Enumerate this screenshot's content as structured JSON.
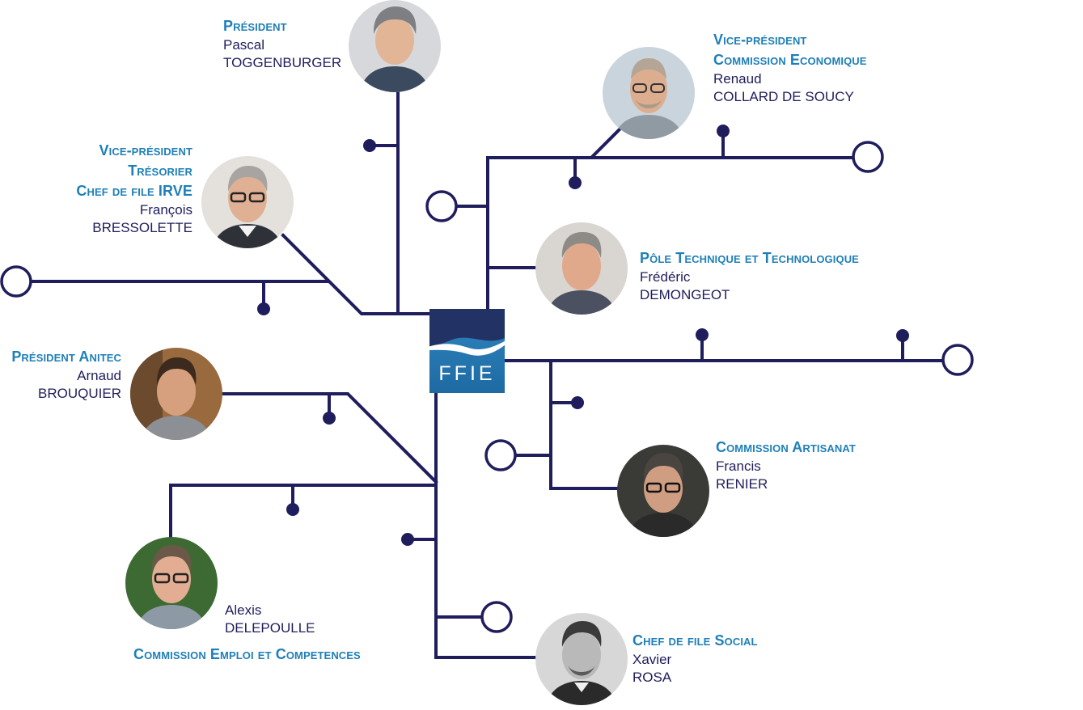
{
  "logo": {
    "text": "FFIE",
    "colors": {
      "top": "#233265",
      "bottom": "#2276ad",
      "wave": "#ffffff"
    }
  },
  "colors": {
    "line": "#1f1d5c",
    "role": "#1e7fb8",
    "name": "#1f1d5c"
  },
  "people": {
    "toggenburger": {
      "roles": [
        "Président"
      ],
      "first": "Pascal",
      "last": "TOGGENBURGER"
    },
    "collard": {
      "roles": [
        "Vice-président",
        "Commission Economique"
      ],
      "first": "Renaud",
      "last": "COLLARD DE SOUCY"
    },
    "bressolette": {
      "roles": [
        "Vice-président",
        "Trésorier",
        "Chef de file IRVE"
      ],
      "first": "François",
      "last": "BRESSOLETTE"
    },
    "demongeot": {
      "roles": [
        "Pôle Technique et Technologique"
      ],
      "first": "Frédéric",
      "last": "DEMONGEOT"
    },
    "brouquier": {
      "roles": [
        "Président Anitec"
      ],
      "first": "Arnaud",
      "last": "BROUQUIER"
    },
    "renier": {
      "roles": [
        "Commission Artisanat"
      ],
      "first": "Francis",
      "last": "RENIER"
    },
    "delepoulle": {
      "roles": [
        "Commission Emploi et Competences"
      ],
      "first": "Alexis",
      "last": "DELEPOULLE"
    },
    "rosa": {
      "roles": [
        "Chef de file Social"
      ],
      "first": "Xavier",
      "last": "ROSA"
    }
  }
}
